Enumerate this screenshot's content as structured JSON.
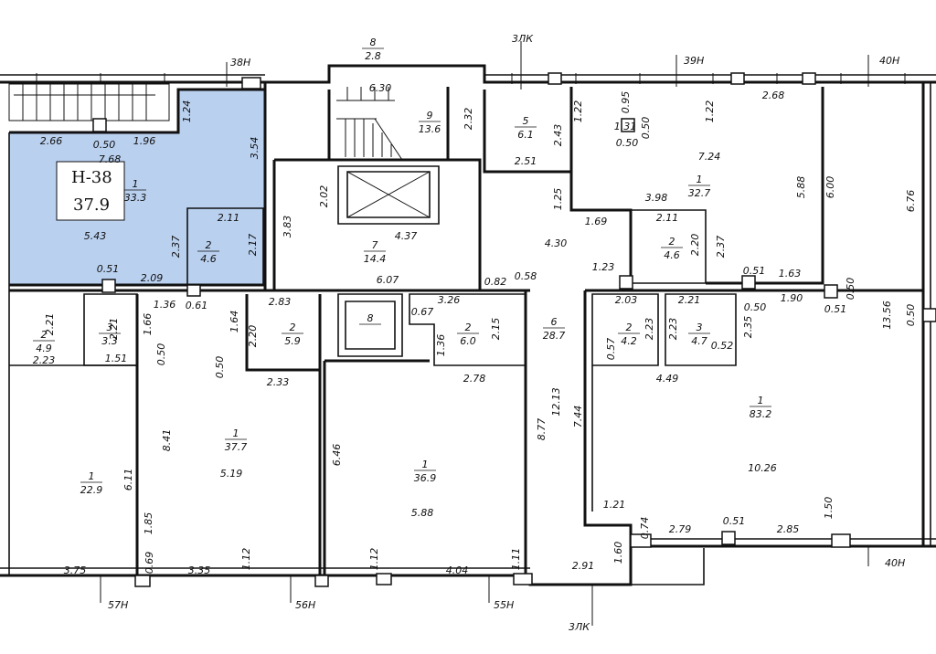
{
  "highlight": {
    "color": "#b9d0ef",
    "code": "Н-38",
    "area": "37.9"
  },
  "axes": {
    "a38": "38Н",
    "a39": "39Н",
    "a40_top": "40Н",
    "a40_bottom": "40Н",
    "lk_top": "3ЛК",
    "lk_bottom": "3ЛК",
    "a57": "57Н",
    "a56": "56Н",
    "a55": "55Н"
  },
  "rooms": [
    {
      "num": "1",
      "area": "33.3"
    },
    {
      "num": "2",
      "area": "4.6"
    },
    {
      "num": "8",
      "area": "2.8"
    },
    {
      "num": "9",
      "area": "13.6"
    },
    {
      "num": "5",
      "area": "6.1"
    },
    {
      "num": "7",
      "area": "14.4"
    },
    {
      "num": "1",
      "area": "32.7"
    },
    {
      "num": "2",
      "area": "4.6"
    },
    {
      "num": "2",
      "area": "4.9"
    },
    {
      "num": "3",
      "area": "3.3"
    },
    {
      "num": "2",
      "area": "5.9"
    },
    {
      "num": "8",
      "area": ""
    },
    {
      "num": "2",
      "area": "6.0"
    },
    {
      "num": "6",
      "area": "28.7"
    },
    {
      "num": "2",
      "area": "4.2"
    },
    {
      "num": "3",
      "area": "4.7"
    },
    {
      "num": "1",
      "area": "83.2"
    },
    {
      "num": "1",
      "area": "22.9"
    },
    {
      "num": "1",
      "area": "37.7"
    },
    {
      "num": "1",
      "area": "36.9"
    }
  ],
  "dims": [
    "1.24",
    "2.66",
    "0.50",
    "1.96",
    "7.68",
    "3.54",
    "2.11",
    "2.37",
    "2.17",
    "5.43",
    "0.51",
    "2.09",
    "6.30",
    "2.32",
    "2.43",
    "2.51",
    "2.02",
    "3.83",
    "4.37",
    "6.07",
    "0.82",
    "0.58",
    "1.22",
    "0.95",
    "1.31",
    "0.50",
    "0.50",
    "1.22",
    "2.68",
    "7.24",
    "3.98",
    "1.25",
    "5.88",
    "6.00",
    "6.76",
    "2.11",
    "2.20",
    "2.37",
    "1.69",
    "4.30",
    "1.23",
    "0.51",
    "1.63",
    "0.50",
    "1.90",
    "0.51",
    "0.50",
    "13.56",
    "0.50",
    "2.03",
    "2.23",
    "2.21",
    "2.35",
    "0.57",
    "2.23",
    "0.52",
    "4.49",
    "2.21",
    "2.21",
    "2.23",
    "1.51",
    "1.36",
    "0.61",
    "1.66",
    "0.50",
    "1.64",
    "2.83",
    "2.20",
    "0.50",
    "2.33",
    "0.67",
    "3.26",
    "1.36",
    "2.15",
    "2.78",
    "8.41",
    "5.19",
    "6.11",
    "6.46",
    "5.88",
    "8.77",
    "12.13",
    "7.44",
    "10.26",
    "1.21",
    "0.74",
    "2.79",
    "0.51",
    "2.85",
    "1.50",
    "1.85",
    "0.69",
    "3.75",
    "3.35",
    "1.12",
    "1.12",
    "4.04",
    "1.11",
    "2.91",
    "1.60"
  ]
}
